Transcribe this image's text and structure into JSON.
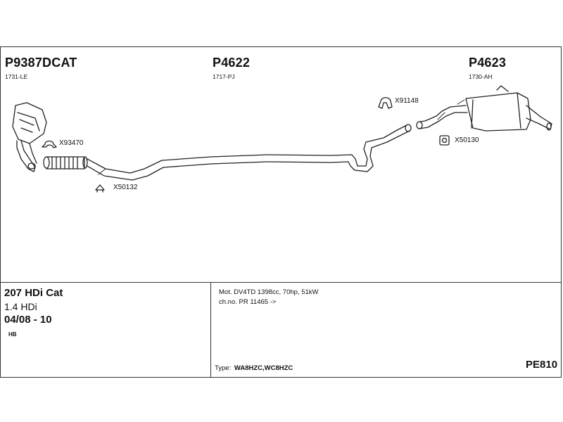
{
  "parts": [
    {
      "number": "P9387DCAT",
      "code": "1731-LE"
    },
    {
      "number": "P4622",
      "code": "1717-PJ"
    },
    {
      "number": "P4623",
      "code": "1730-AH"
    }
  ],
  "callouts": {
    "clamp_front": "X93470",
    "mount_front": "X50132",
    "clamp_rear": "X91148",
    "hanger_rear": "X50130"
  },
  "vehicle": {
    "model": "207 HDi Cat",
    "engine": "1.4 HDi",
    "years": "04/08 - 10",
    "body": "HB"
  },
  "details": {
    "motor": "Mot. DV4TD 1398cc, 70hp, 51kW",
    "chassis": "ch.no. PR 11465 ->",
    "type_label": "Type:",
    "type_value": "WA8HZC,WC8HZC"
  },
  "diagram_code": "PE810"
}
